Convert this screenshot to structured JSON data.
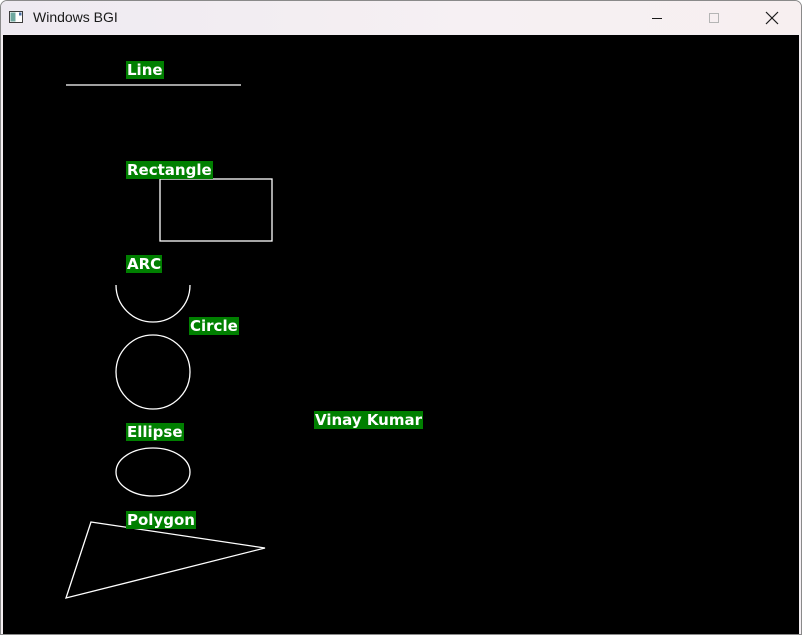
{
  "window": {
    "title": "Windows BGI",
    "controls": {
      "minimize": "minimize-icon",
      "maximize": "maximize-icon",
      "close": "close-icon"
    }
  },
  "canvas": {
    "background": "#000000",
    "label_background": "#007f00",
    "label_text_color": "#ffffff",
    "stroke_color": "#ffffff",
    "labels": {
      "line": "Line",
      "rectangle": "Rectangle",
      "arc": "ARC",
      "circle": "Circle",
      "ellipse": "Ellipse",
      "polygon": "Polygon",
      "author": "Vinay Kumar"
    }
  }
}
